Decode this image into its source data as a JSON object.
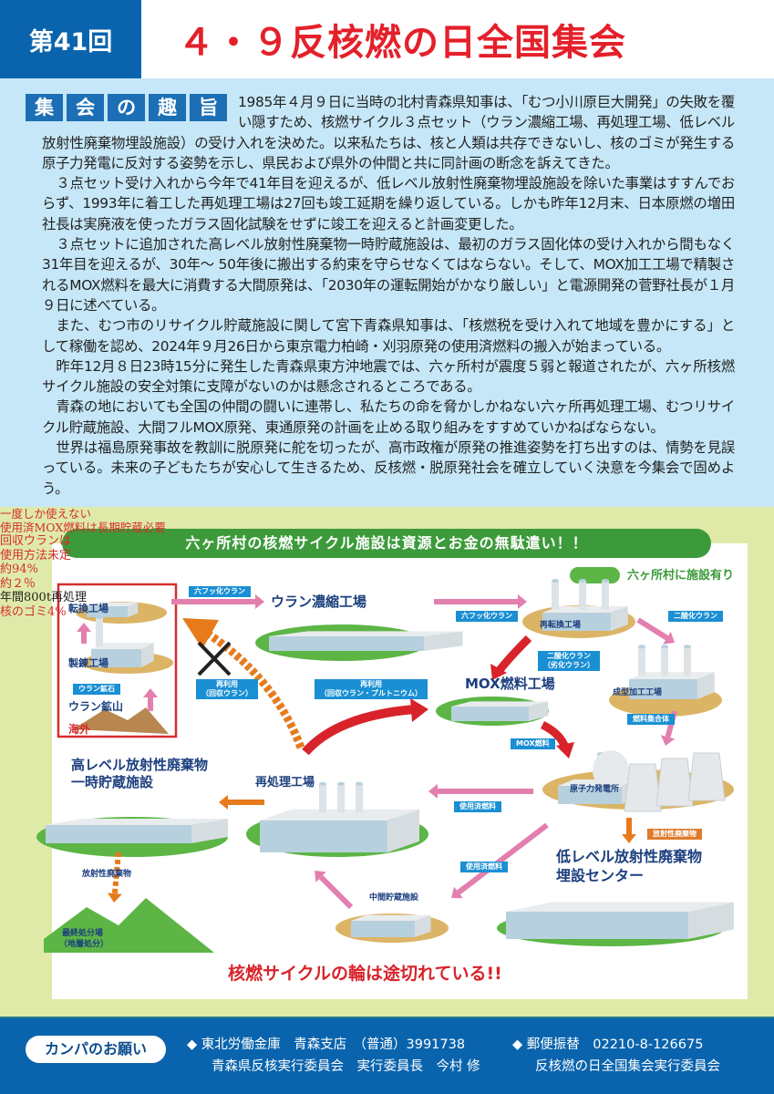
{
  "header": {
    "edition": "第41回",
    "title": "４・９反核燃の日全国集会"
  },
  "purpose": {
    "heading_chars": [
      "集",
      "会",
      "の",
      "趣",
      "旨"
    ],
    "paragraphs": [
      "1985年４月９日に当時の北村青森県知事は、「むつ小川原巨大開発」の失敗を覆い隠すため、核燃サイクル３点セット（ウラン濃縮工場、再処理工場、低レベル放射性廃棄物埋設施設）の受け入れを決めた。以来私たちは、核と人類は共存できないし、核のゴミが発生する原子力発電に反対する姿勢を示し、県民および県外の仲間と共に同計画の断念を訴えてきた。",
      "３点セット受け入れから今年で41年目を迎えるが、低レベル放射性廃棄物埋設施設を除いた事業はすすんでおらず、1993年に着工した再処理工場は27回も竣工延期を繰り返している。しかも昨年12月末、日本原燃の増田社長は実廃液を使ったガラス固化試験をせずに竣工を迎えると計画変更した。",
      "３点セットに追加された高レベル放射性廃棄物一時貯蔵施設は、最初のガラス固化体の受け入れから間もなく31年目を迎えるが、30年～ 50年後に搬出する約束を守らせなくてはならない。そして、MOX加工工場で精製されるMOX燃料を最大に消費する大間原発は、「2030年の運転開始がかなり厳しい」と電源開発の菅野社長が１月９日に述べている。",
      "また、むつ市のリサイクル貯蔵施設に関して宮下青森県知事は、「核燃税を受け入れて地域を豊かにする」として稼働を認め、2024年９月26日から東京電力柏崎・刈羽原発の使用済燃料の搬入が始まっている。",
      "昨年12月８日23時15分に発生した青森県東方沖地震では、六ヶ所村が震度５弱と報道されたが、六ヶ所核燃サイクル施設の安全対策に支障がないのかは懸念されるところである。",
      "青森の地においても全国の仲間の闘いに連帯し、私たちの命を脅かしかねない六ヶ所再処理工場、むつリサイクル貯蔵施設、大間フルMOX原発、東通原発の計画を止める取り組みをすすめていかねばならない。",
      "世界は福島原発事故を教訓に脱原発に舵を切ったが、高市政権が原発の推進姿勢を打ち出すのは、情勢を見誤っている。未来の子どもたちが安心して生きるため、反核燃・脱原発社会を確立していく決意を今集会で固めよう。"
    ]
  },
  "diagram": {
    "banner": "六ヶ所村の核燃サイクル施設は資源とお金の無駄遣い！！",
    "legend": "六ヶ所村に施設有り",
    "conversion": "転換工場",
    "smelting": "製錬工場",
    "ore": "ウラン鉱石",
    "mine": "ウラン鉱山",
    "overseas": "海外",
    "uf6_1": "六フッ化ウラン",
    "enrichment": "ウラン濃縮工場",
    "uf6_2": "六フッ化ウラン",
    "reconversion": "再転換工場",
    "uo2": "二酸化ウラン",
    "fabrication": "成型加工工場",
    "uo2_depleted_1": "二酸化ウラン",
    "uo2_depleted_2": "（劣化ウラン）",
    "mox_plant": "MOX燃料工場",
    "fuel_assembly": "燃料集合体",
    "reuse_u_1": "再利用",
    "reuse_u_2": "（回収ウラン）",
    "recovered_u_1": "回収ウランは",
    "recovered_u_2": "使用方法未定",
    "recovered_u_3": "約94%",
    "reuse_pu_1": "再利用",
    "reuse_pu_2": "（回収ウラン・プルトニウム）",
    "pu_pct": "約２％",
    "mox_once_1": "一度しか使えない",
    "mox_once_2": "使用済MOX燃料は長期貯蔵必要",
    "mox_fuel": "MOX燃料",
    "npp": "原子力発電所",
    "spent_1": "使用済燃料",
    "spent_2": "使用済燃料",
    "hlw_1": "高レベル放射性廃棄物",
    "hlw_2": "一時貯蔵施設",
    "reprocessing": "再処理工場",
    "radwaste_1": "放射性廃棄物",
    "final_1": "最終処分場",
    "final_2": "（地層処分）",
    "annual": "年間800t再処理",
    "waste_pct": "核のゴミ4%",
    "interim": "中間貯蔵施設",
    "radwaste_2": "放射性廃棄物",
    "llw_1": "低レベル放射性廃棄物",
    "llw_2": "埋設センター",
    "conclusion": "核燃サイクルの輪は途切れている!!"
  },
  "footer": {
    "kanpa": "カンパのお願い",
    "bank": "◆ 東北労働金庫　青森支店　（普通）3991738",
    "bank_holder": "青森県反核実行委員会　実行委員長　今村 修",
    "postal": "◆ 郵便振替　02210-8-126675",
    "postal_holder": "反核燃の日全国集会実行委員会"
  },
  "colors": {
    "brand_blue": "#0a64ad",
    "title_red": "#e4202a",
    "bg_blue": "#c6e7f7",
    "bg_green": "#dfeaa9",
    "site_green": "#3c9a3a"
  }
}
